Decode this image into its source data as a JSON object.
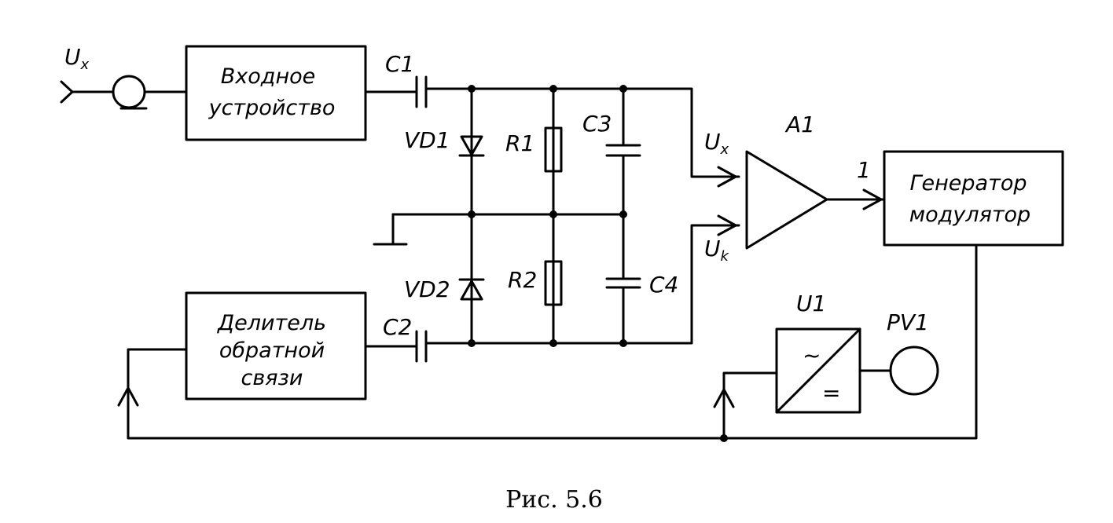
{
  "input_terminal": {
    "symbol": "U",
    "subscript": "x"
  },
  "blocks": {
    "input_device": {
      "line1": "Входное",
      "line2": "устройство"
    },
    "feedback_divider": {
      "line1": "Делитель",
      "line2": "обратной",
      "line3": "связи"
    },
    "generator_modulator": {
      "line1": "Генератор",
      "line2": "модулятор"
    }
  },
  "components": {
    "c1": "C1",
    "c2": "C2",
    "c3": "C3",
    "c4": "C4",
    "vd1": "VD1",
    "vd2": "VD2",
    "r1": "R1",
    "r2": "R2",
    "a1": "A1",
    "u1": "U1",
    "pv1": "PV1"
  },
  "amplifier_inputs": {
    "ux": {
      "symbol": "U",
      "subscript": "x"
    },
    "uk": {
      "symbol": "U",
      "subscript": "k"
    }
  },
  "output_label": "1",
  "converter_symbols": {
    "ac": "~",
    "dc": "="
  },
  "caption": "Рис. 5.6"
}
